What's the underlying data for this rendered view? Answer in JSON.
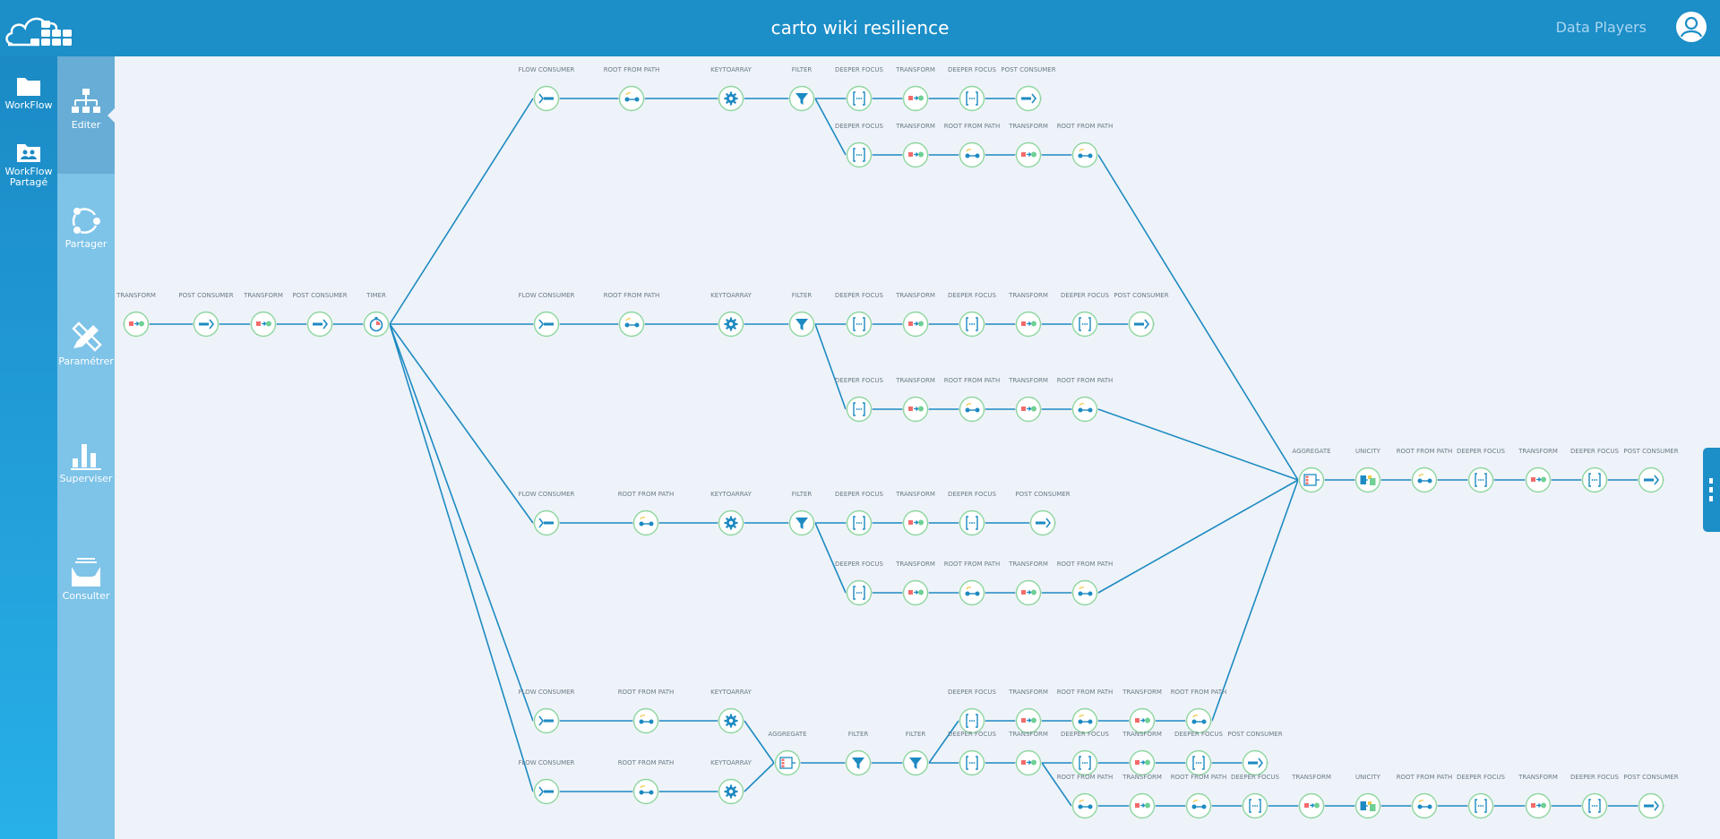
{
  "header": {
    "app_title": "carto wiki resilience",
    "user_name": "Data Players"
  },
  "left_nav": [
    {
      "label": "WorkFlow"
    },
    {
      "label": "WorkFlow Partagé"
    }
  ],
  "sub_nav": [
    {
      "label": "Editer",
      "active": true
    },
    {
      "label": "Partager"
    },
    {
      "label": "Paramétrer"
    },
    {
      "label": "Superviser"
    },
    {
      "label": "Consulter"
    }
  ],
  "colors": {
    "header_bg": "#1c8ec8",
    "canvas_bg": "#eef3f9",
    "edge": "#1d8ac2",
    "node_border": "#8fd6a0"
  },
  "node_types": {
    "transform": {
      "label": "TRANSFORM",
      "icon": "transform-icon"
    },
    "post_consumer": {
      "label": "POST CONSUMER",
      "icon": "post-consumer-icon"
    },
    "flow_consumer": {
      "label": "FLOW CONSUMER",
      "icon": "flow-consumer-icon"
    },
    "root_from_path": {
      "label": "ROOT FROM PATH",
      "icon": "root-from-path-icon"
    },
    "keytoarray": {
      "label": "KEYTOARRAY",
      "icon": "gear-icon"
    },
    "filter": {
      "label": "FILTER",
      "icon": "funnel-icon"
    },
    "deeper_focus": {
      "label": "DEEPER FOCUS",
      "icon": "brackets-icon"
    },
    "timer": {
      "label": "TIMER",
      "icon": "timer-icon"
    },
    "aggregate": {
      "label": "AGGREGATE",
      "icon": "aggregate-icon"
    },
    "unicity": {
      "label": "UNICITY",
      "icon": "unicity-icon"
    }
  }
}
